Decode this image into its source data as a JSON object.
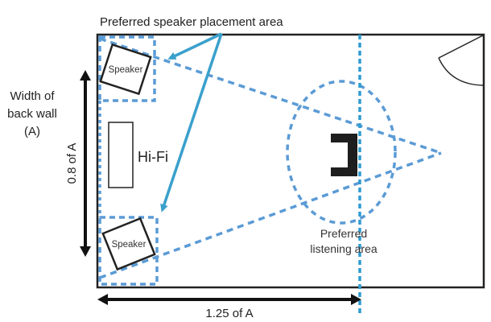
{
  "diagram": {
    "title_annotation": "Preferred speaker placement area",
    "back_wall_label_lines": [
      "Width of",
      "back wall",
      "(A)"
    ],
    "vertical_dimension_label": "0.8 of A",
    "horizontal_dimension_label": "1.25 of A",
    "speaker_top_label": "Speaker",
    "speaker_bottom_label": "Speaker",
    "hifi_label": "Hi-Fi",
    "listening_area_label_lines": [
      "Preferred",
      "listening area"
    ],
    "colors": {
      "dashed_blue": "#5B9BD5",
      "arrow_blue": "#3AA0CC",
      "vertical_dash_blue": "#2E9BD0",
      "walls": "#222222",
      "text": "#222222"
    },
    "icons": {
      "listening_chair": "chair-icon",
      "door": "door-swing-icon"
    }
  }
}
